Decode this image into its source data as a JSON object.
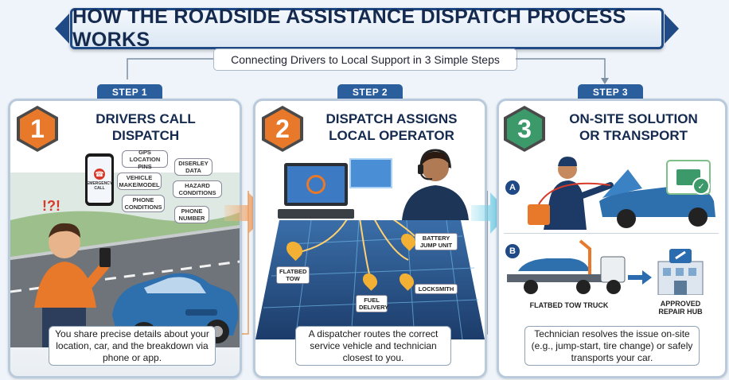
{
  "title": "HOW THE ROADSIDE ASSISTANCE DISPATCH PROCESS WORKS",
  "subtitle": "Connecting Drivers to Local Support in 3 Simple Steps",
  "colors": {
    "navy": "#1f4a86",
    "orange": "#e8782a",
    "blue": "#2b6cb0",
    "green": "#3c9a6a",
    "tab": "#2b5e9c"
  },
  "steps": [
    {
      "tab": "STEP 1",
      "number": "1",
      "heading_line1": "DRIVERS CALL",
      "heading_line2": "DISPATCH",
      "phone_label": "EMERGENCY CALL",
      "bubbles": [
        "GPS LOCATION PINS",
        "VEHICLE MAKE/MODEL",
        "DISERLEY DATA",
        "HAZARD CONDITIONS",
        "PHONE CONDITIONS",
        "PHONE NUMBER"
      ],
      "caption": "You share precise details about your location, car, and the breakdown via phone or app."
    },
    {
      "tab": "STEP 2",
      "number": "2",
      "heading_line1": "DISPATCH ASSIGNS",
      "heading_line2": "LOCAL OPERATOR",
      "pins": [
        "BATTERY JUMP UNIT",
        "FLATBED TOW",
        "FUEL DELIVERY",
        "LOCKSMITH"
      ],
      "caption": "A dispatcher routes the correct service vehicle and technician closest to you."
    },
    {
      "tab": "STEP 3",
      "number": "3",
      "heading_line1": "ON-SITE SOLUTION",
      "heading_line2": "OR TRANSPORT",
      "option_a": "A",
      "option_b": "B",
      "flatbed_label": "FLATBED TOW TRUCK",
      "hub_label": "APPROVED REPAIR HUB",
      "caption": "Technician resolves the issue on-site (e.g., jump-start, tire change) or safely transports your car."
    }
  ]
}
